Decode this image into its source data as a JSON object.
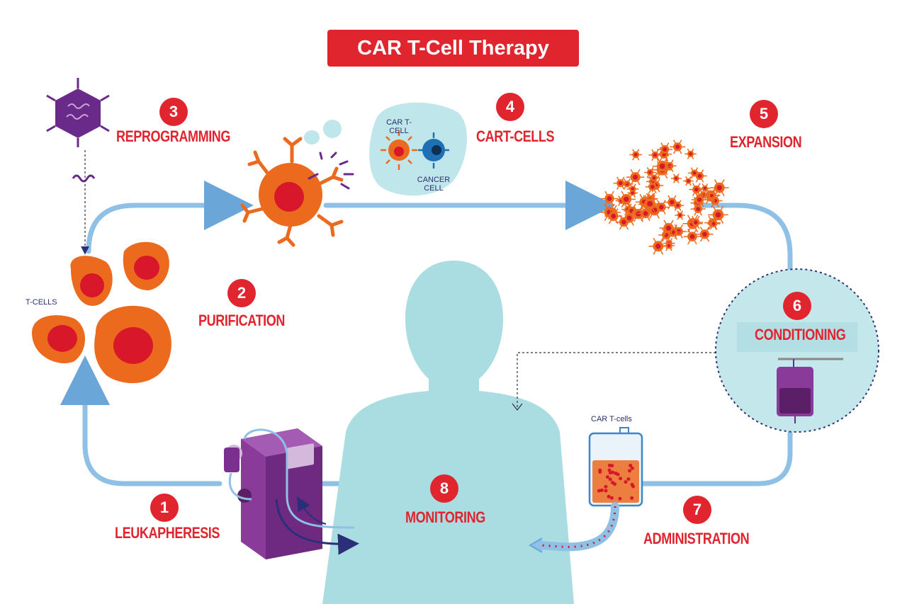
{
  "title": "CAR T-Cell Therapy",
  "steps": [
    {
      "number": "1",
      "label": "LEUKAPHERESIS"
    },
    {
      "number": "2",
      "label": "PURIFICATION"
    },
    {
      "number": "3",
      "label": "REPROGRAMMING"
    },
    {
      "number": "4",
      "label": "CART-CELLS"
    },
    {
      "number": "5",
      "label": "EXPANSION"
    },
    {
      "number": "6",
      "label": "CONDITIONING"
    },
    {
      "number": "7",
      "label": "ADMINISTRATION"
    },
    {
      "number": "8",
      "label": "MONITORING"
    }
  ],
  "labels": {
    "t_cells": "T-CELLS",
    "car_t_cell": "CAR T-CELL",
    "cancer_cell": "CANCER CELL",
    "car_t_cells_bag": "CAR T-cells"
  },
  "colors": {
    "accent_red": "#e0252f",
    "cell_orange": "#ec6a1e",
    "nucleus_red": "#d8172b",
    "flow_blue": "#7fb3de",
    "body_teal": "#a9dde1",
    "virus_purple": "#6a2a8a",
    "device_purple": "#7b2f8f"
  }
}
